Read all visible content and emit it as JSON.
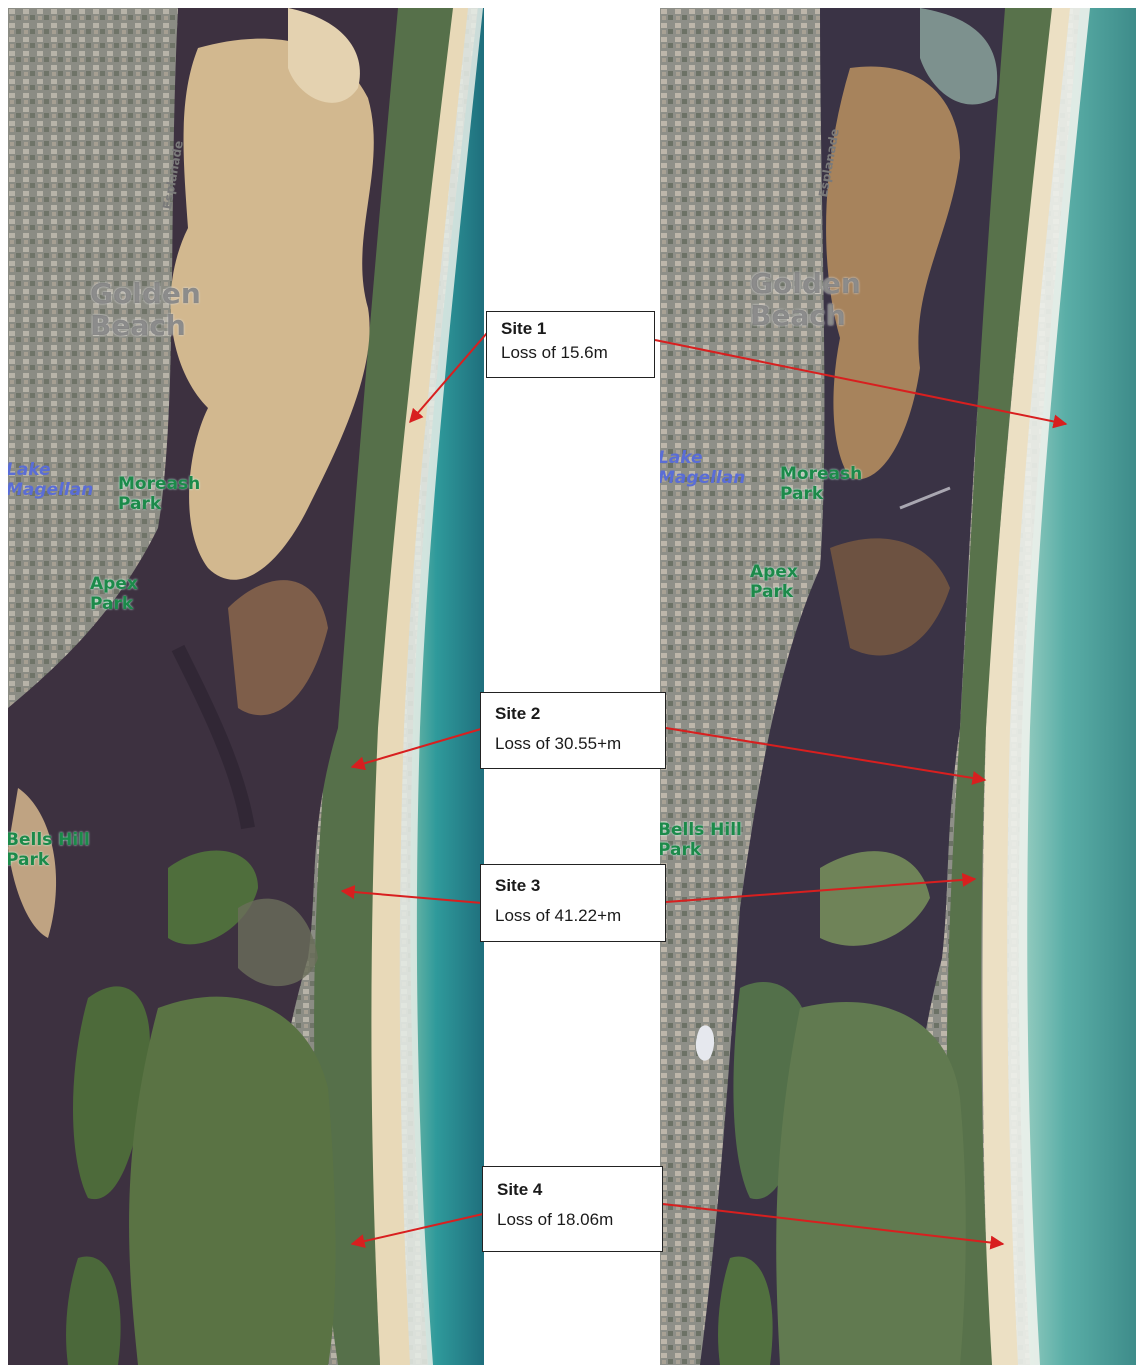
{
  "labels": {
    "town": "Golden\nBeach",
    "town_right": "Golden\nBeach",
    "road": "Esplanade",
    "road_right": "Esplanade",
    "park_moreash": "Moreash\nPark",
    "park_moreash_right": "Moreash\nPark",
    "park_apex": "Apex\nPark",
    "park_apex_right": "Apex\nPark",
    "lake": "Lake\nMagellan",
    "lake_right": "Lake\nMagellan",
    "park_hill": "Bells Hill\nPark",
    "park_hill_right": "Bells Hill\nPark"
  },
  "sites": [
    {
      "name": "Site 1",
      "loss": "Loss of 15.6m"
    },
    {
      "name": "Site 2",
      "loss": "Loss of 30.55+m"
    },
    {
      "name": "Site 3",
      "loss": "Loss of 41.22+m"
    },
    {
      "name": "Site 4",
      "loss": "Loss of 18.06m"
    }
  ],
  "colors": {
    "arrow": "#d81f1f",
    "ocean": "#2a8f95",
    "estuary": "#3a2f3e",
    "sand": "#d7c09a",
    "vegetation": "#4e6a3a",
    "urban": "#8d8f86"
  }
}
